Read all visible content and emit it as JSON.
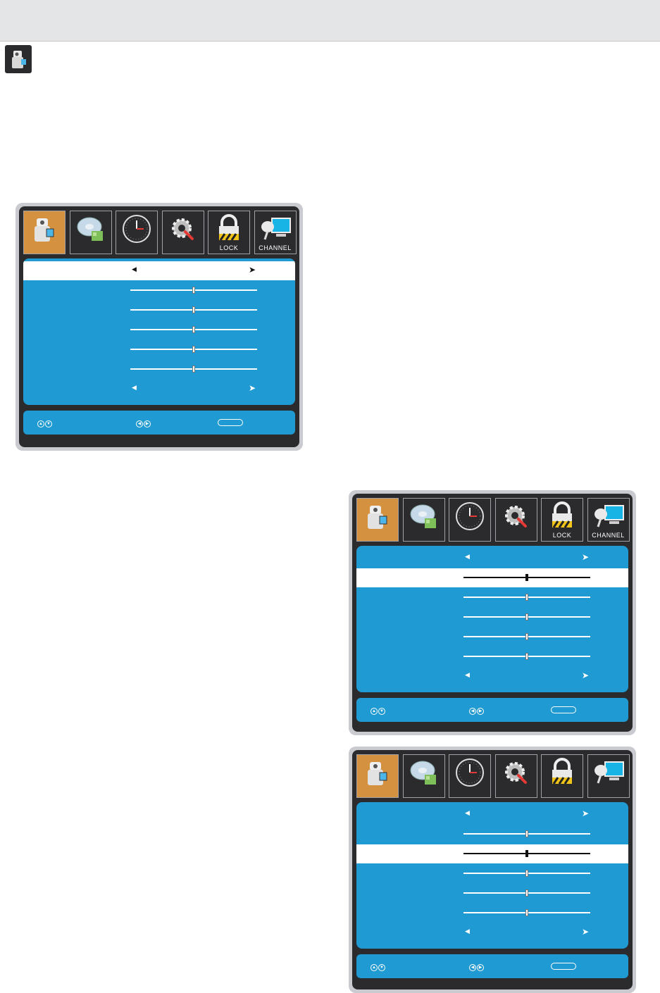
{
  "tabs": [
    {
      "icon": "camcorder-icon",
      "label": ""
    },
    {
      "icon": "audio-disc-icon",
      "label": ""
    },
    {
      "icon": "clock-icon",
      "label": ""
    },
    {
      "icon": "gear-icon",
      "label": ""
    },
    {
      "icon": "padlock-icon",
      "label": "LOCK"
    },
    {
      "icon": "satellite-monitor-icon",
      "label": "CHANNEL"
    }
  ],
  "colors": {
    "panel_blue": "#209ad2",
    "active_tab": "#d4913f",
    "frame_dark": "#2b2b2d",
    "bezel": "#c9cbd1"
  },
  "menus": [
    {
      "selected_row": 0,
      "show_labels": true
    },
    {
      "selected_row": 1,
      "show_labels": true
    },
    {
      "selected_row": 2,
      "show_labels": false
    }
  ],
  "sliders": [
    0.5,
    0.5,
    0.5,
    0.5,
    0.5
  ],
  "nav_hints": [
    "up-down-icon",
    "left-right-icon",
    "menu-button-icon"
  ]
}
